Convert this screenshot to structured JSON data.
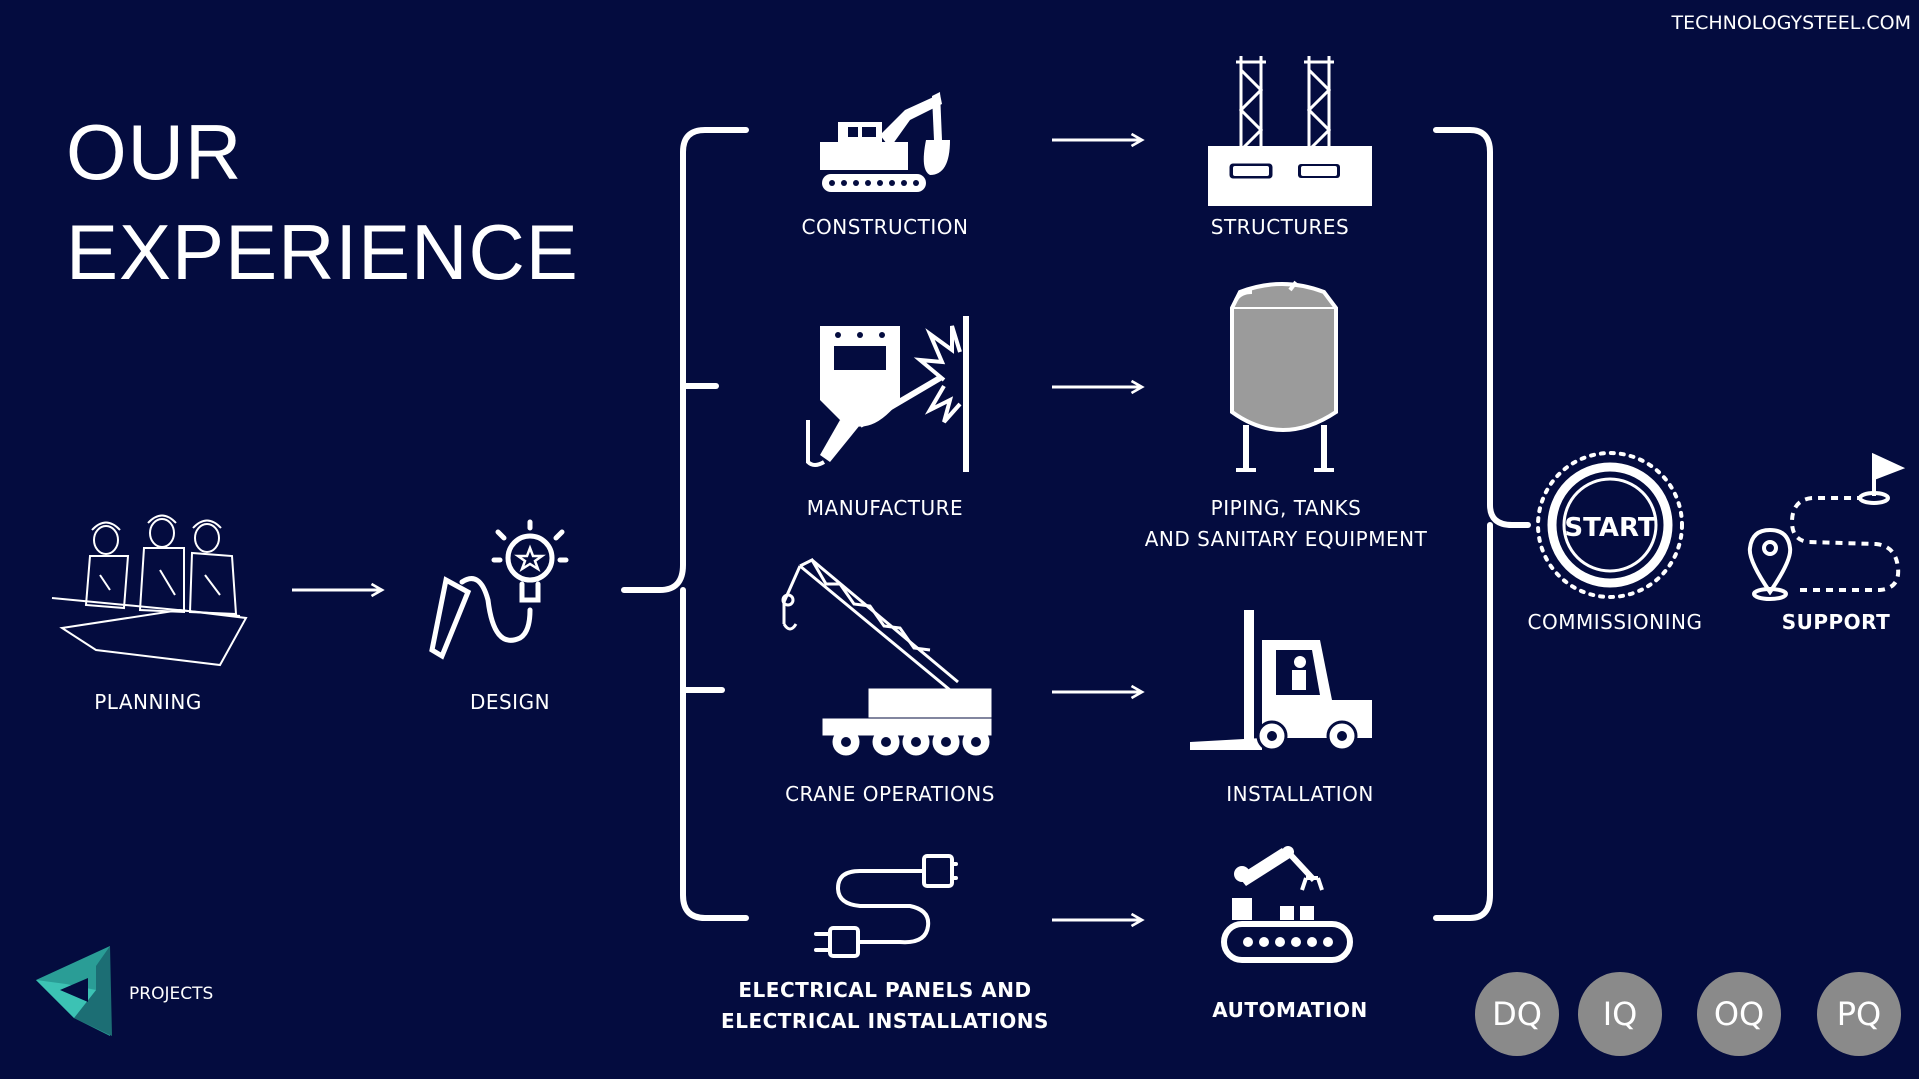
{
  "header": {
    "title_line1": "OUR",
    "title_line2": "EXPERIENCE",
    "website": "TECHNOLOGYSTEEL.COM"
  },
  "stages": {
    "planning": "PLANNING",
    "design": "DESIGN",
    "construction": "CONSTRUCTION",
    "structures": "STRUCTURES",
    "manufacture": "MANUFACTURE",
    "piping_line1": "PIPING, TANKS",
    "piping_line2": "AND SANITARY EQUIPMENT",
    "crane": "CRANE OPERATIONS",
    "installation": "INSTALLATION",
    "electrical_line1": "ELECTRICAL PANELS AND",
    "electrical_line2": "ELECTRICAL INSTALLATIONS",
    "automation": "AUTOMATION",
    "commissioning": "COMMISSIONING",
    "support": "SUPPORT"
  },
  "start_badge": "START",
  "qualifications": [
    "DQ",
    "IQ",
    "OQ",
    "PQ"
  ],
  "footer": {
    "projects": "PROJECTS"
  },
  "icons": {
    "planning": "engineers-with-blueprint-icon",
    "design": "pencil-lightbulb-icon",
    "construction": "excavator-icon",
    "structures": "steel-structure-icon",
    "manufacture": "welding-icon",
    "piping": "tank-icon",
    "crane": "mobile-crane-icon",
    "installation": "forklift-icon",
    "electrical": "plug-cable-icon",
    "automation": "robot-arm-conveyor-icon",
    "commissioning": "start-button-icon",
    "support": "route-map-icon",
    "logo": "projects-logo-icon"
  },
  "colors": {
    "background": "#040c3f",
    "foreground": "#ffffff",
    "badge": "#8a8a8a",
    "logo_teal": "#2a9d96"
  }
}
